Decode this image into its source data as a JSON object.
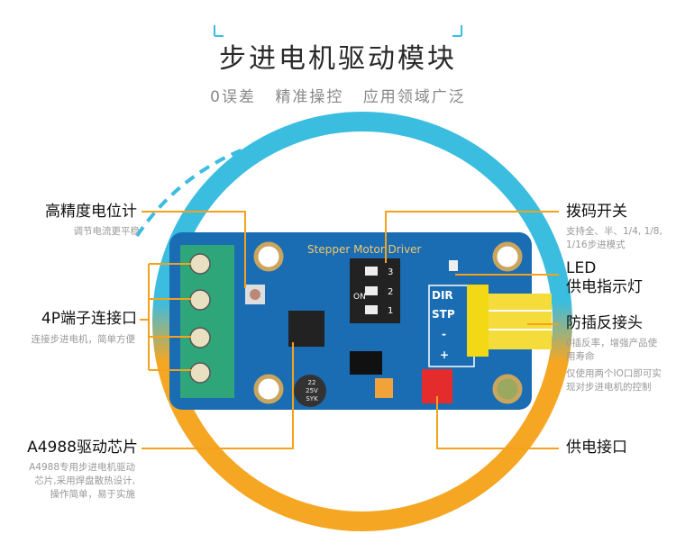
{
  "header": {
    "title": "步进电机驱动模块",
    "subtitle": [
      "0误差",
      "精准操控",
      "应用领域广泛"
    ]
  },
  "board": {
    "silkscreen": "Stepper Motor Driver",
    "dip_labels": [
      "3",
      "2",
      "1"
    ],
    "dip_on": "ON",
    "pin_labels": [
      "DIR",
      "STP",
      "-",
      "+"
    ],
    "cap_text": [
      "22",
      "25V",
      "SYK"
    ]
  },
  "callouts": {
    "potentiometer": {
      "title": "高精度电位计",
      "desc": [
        "调节电流更平稳"
      ]
    },
    "terminal": {
      "title": "4P端子连接口",
      "desc": [
        "连接步进电机，简单方便"
      ]
    },
    "chip": {
      "title": "A4988驱动芯片",
      "desc": [
        "A4988专用步进电机驱动",
        "芯片,采用焊盘散热设计,",
        "操作简单，易于实施"
      ]
    },
    "dip": {
      "title": "拨码开关",
      "desc": [
        "支持全、半、1/4, 1/8,",
        "1/16步进模式"
      ]
    },
    "led": {
      "title": [
        "LED",
        "供电指示灯"
      ]
    },
    "connector": {
      "title": "防插反接头",
      "desc": [
        "0插反率，增强产品使",
        "用寿命",
        "仅使用两个IO口即可实",
        "现对步进电机的控制"
      ]
    },
    "power": {
      "title": "供电接口"
    }
  },
  "colors": {
    "accent": "#f5a11c",
    "ring_top": "#3bbde0",
    "board": "#1a6cb3"
  }
}
